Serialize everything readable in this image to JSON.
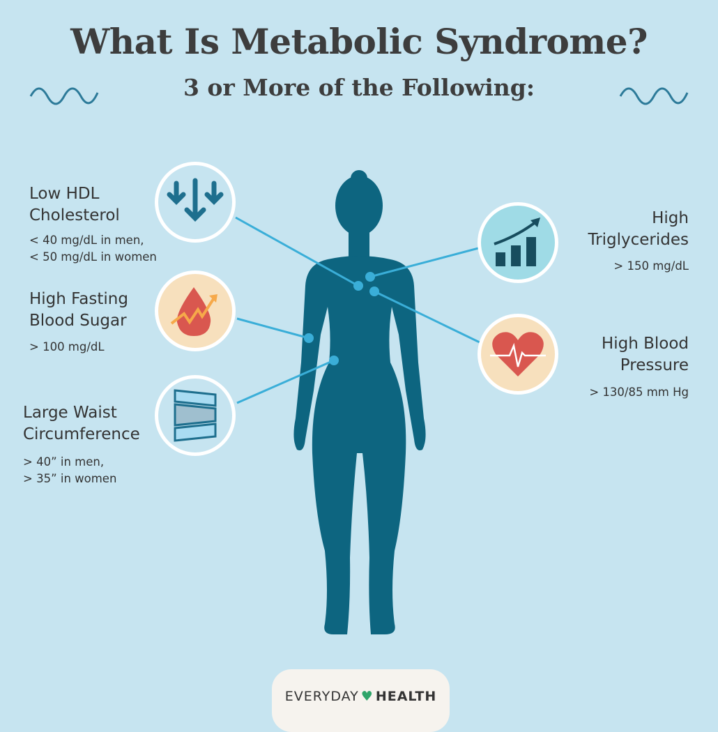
{
  "title": "What Is Metabolic Syndrome?",
  "subtitle": "3 or More of the Following:",
  "criteria": [
    {
      "label_lines": [
        "Low HDL",
        "Cholesterol"
      ],
      "value_lines": [
        "< 40 mg/dL in men,",
        "< 50 mg/dL in women"
      ],
      "icon": "down-arrows-icon"
    },
    {
      "label_lines": [
        "High Fasting",
        "Blood Sugar"
      ],
      "value_lines": [
        "> 100 mg/dL"
      ],
      "icon": "blood-drop-rising-icon"
    },
    {
      "label_lines": [
        "Large Waist",
        "Circumference"
      ],
      "value_lines": [
        "> 40” in men,",
        "> 35” in women"
      ],
      "icon": "measuring-tape-icon"
    },
    {
      "label_lines": [
        "High",
        "Triglycerides"
      ],
      "value_lines": [
        "> 150 mg/dL"
      ],
      "icon": "rising-bar-chart-icon"
    },
    {
      "label_lines": [
        "High Blood",
        "Pressure"
      ],
      "value_lines": [
        "> 130/85 mm Hg"
      ],
      "icon": "heart-pulse-icon"
    }
  ],
  "logo": {
    "part1": "EVERYDAY",
    "part2": "HEALTH"
  },
  "colors": {
    "background": "#c6e4f0",
    "body": "#0d6580",
    "line": "#3aaed8",
    "text": "#333333"
  }
}
